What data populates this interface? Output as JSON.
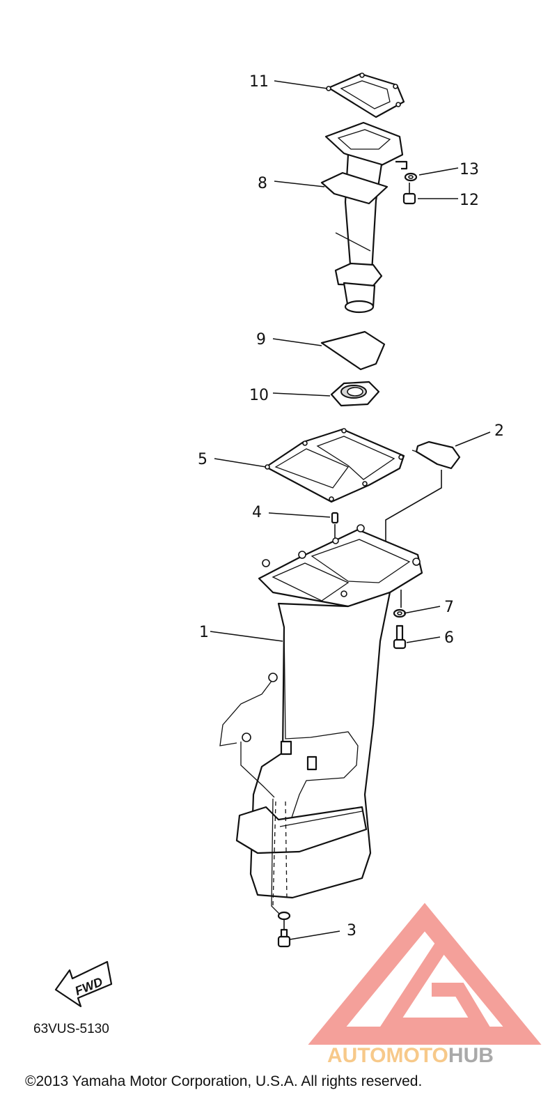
{
  "callouts": {
    "p1": "1",
    "p2": "2",
    "p3": "3",
    "p4": "4",
    "p5": "5",
    "p6": "6",
    "p7": "7",
    "p8": "8",
    "p9": "9",
    "p10": "10",
    "p11": "11",
    "p12": "12",
    "p13": "13"
  },
  "fwd_label": "FWD",
  "diagram_code": "63VUS-5130",
  "copyright": "©2013 Yamaha Motor Corporation, U.S.A. All rights reserved.",
  "watermark": {
    "part1": "AUTOMOTO",
    "part2": "HUB",
    "color_main": "#f4a09a",
    "color_part1": "#f7c98a",
    "color_part2": "#a9a9a9"
  }
}
